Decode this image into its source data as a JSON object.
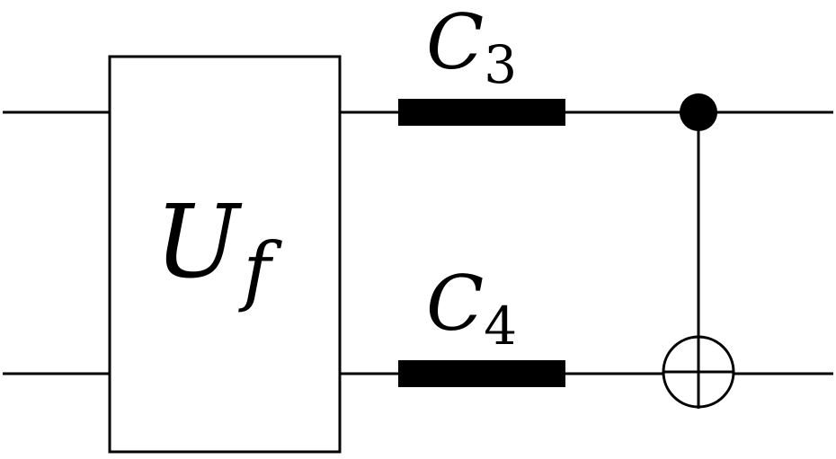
{
  "gate": {
    "main": "U",
    "sub": "f"
  },
  "couplers": [
    {
      "main": "C",
      "sub": "3"
    },
    {
      "main": "C",
      "sub": "4"
    }
  ],
  "colors": {
    "stroke": "#000000",
    "background": "#ffffff"
  }
}
